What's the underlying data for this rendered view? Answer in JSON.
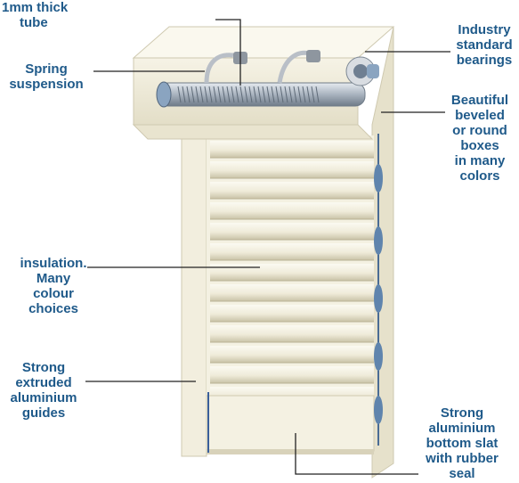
{
  "labels": {
    "tube": [
      "1mm thick",
      "tube"
    ],
    "spring": [
      "Spring",
      "suspension"
    ],
    "bearings": [
      "Industry",
      "standard",
      "bearings"
    ],
    "boxes": [
      "Beautiful",
      "beveled",
      "or round",
      "boxes",
      "in many",
      "colors"
    ],
    "insulation": [
      "insulation.",
      "Many",
      "colour",
      "choices"
    ],
    "guides": [
      "Strong",
      "extruded",
      "aluminium",
      "guides"
    ],
    "bottom_slat": [
      "Strong",
      "aluminium",
      "bottom slat",
      "with rubber",
      "seal"
    ]
  },
  "colors": {
    "label_text": "#1f5a8a",
    "shutter_body": "#f4f1e2",
    "frame": "#ece8d4",
    "edge": "#cfc9b0",
    "slat_shadow": "#c9c3a7",
    "slat_light": "#fbfaf1",
    "tube_metal": "#a9b3bf",
    "bearing": "#8aa4c0",
    "leader_line": "#222222",
    "bottom_line": "#3a5f9a"
  }
}
